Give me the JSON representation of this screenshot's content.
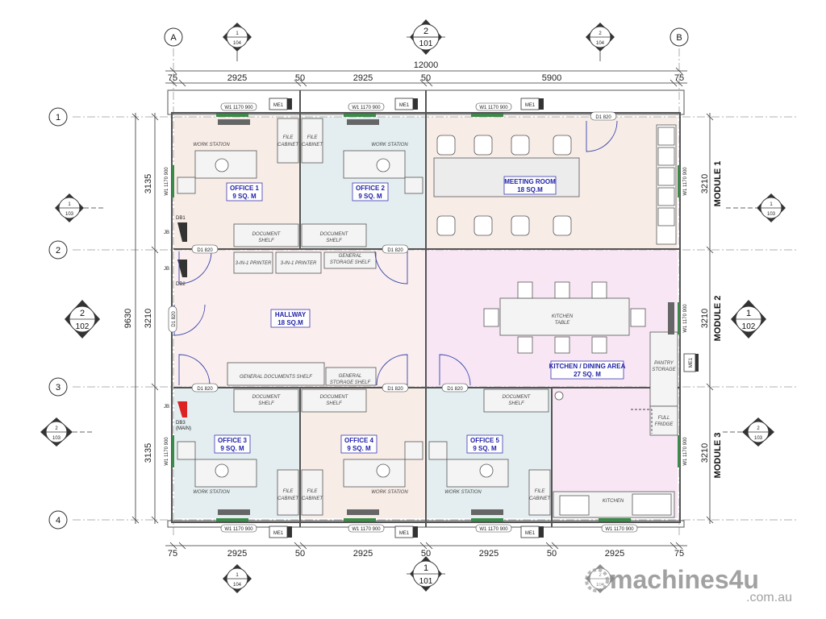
{
  "grid": {
    "cols": [
      "A",
      "B"
    ],
    "rows": [
      "1",
      "2",
      "3",
      "4"
    ]
  },
  "dimensions": {
    "overall_width": "12000",
    "overall_height": "9630",
    "top": [
      "75",
      "2925",
      "50",
      "2925",
      "50",
      "5900",
      "75"
    ],
    "bottom": [
      "75",
      "2925",
      "50",
      "2925",
      "50",
      "2925",
      "50",
      "2925",
      "75"
    ],
    "left": [
      "3135",
      "3210",
      "3135"
    ],
    "right": [
      "3210",
      "3210",
      "3210"
    ]
  },
  "modules": [
    "MODULE 1",
    "MODULE 2",
    "MODULE 3"
  ],
  "rooms": {
    "office1": {
      "name": "OFFICE 1",
      "area": "9 SQ. M"
    },
    "office2": {
      "name": "OFFICE 2",
      "area": "9 SQ. M"
    },
    "meeting": {
      "name": "MEETING ROOM",
      "area": "18 SQ.M"
    },
    "hallway": {
      "name": "HALLWAY",
      "area": "18 SQ.M"
    },
    "kitchen": {
      "name": "KITCHEN / DINING AREA",
      "area": "27 SQ. M"
    },
    "office3": {
      "name": "OFFICE 3",
      "area": "9 SQ. M"
    },
    "office4": {
      "name": "OFFICE 4",
      "area": "9 SQ. M"
    },
    "office5": {
      "name": "OFFICE 5",
      "area": "9 SQ. M"
    }
  },
  "labels": {
    "work_station": "WORK STATION",
    "file": "FILE",
    "cabinet": "CABINET",
    "document": "DOCUMENT",
    "shelf": "SHELF",
    "printer": "3-IN-1 PRINTER",
    "general": "GENERAL",
    "storage_shelf": "STORAGE SHELF",
    "general_documents_shelf": "GENERAL DOCUMENTS SHELF",
    "kitchen_table_1": "KITCHEN",
    "kitchen_table_2": "TABLE",
    "pantry_1": "PANTRY",
    "pantry_2": "STORAGE",
    "full_1": "FULL",
    "full_2": "FRIDGE",
    "kitchen_bench": "KITCHEN",
    "window": "W1 1170 900",
    "door": "D1 820",
    "me1": "ME1",
    "db1": "DB1",
    "db2": "DB2",
    "db3": "DB3",
    "db3_main": "(MAIN)",
    "jb": "JB"
  },
  "section_markers": {
    "top_left": [
      "1",
      "104"
    ],
    "top_center": [
      "2",
      "101"
    ],
    "top_right": [
      "2",
      "104"
    ],
    "left_upper": [
      "1",
      "103"
    ],
    "left_mid": [
      "2",
      "102"
    ],
    "left_lower": [
      "2",
      "103"
    ],
    "right_upper": [
      "1",
      "103"
    ],
    "right_mid": [
      "1",
      "102"
    ],
    "right_lower": [
      "2",
      "103"
    ],
    "bottom_left": [
      "1",
      "104"
    ],
    "bottom_center": [
      "1",
      "101"
    ],
    "bottom_right": [
      "2",
      "104"
    ]
  },
  "watermark": {
    "brand": "machines4u",
    "domain": ".com.au"
  },
  "colors": {
    "office_pink": "#f8ece7",
    "office_blue": "#e4eef0",
    "meeting": "#f8ece7",
    "kitchen": "#f8e6f4",
    "hallway": "#fbeeee",
    "room_text": "#1f1fa8",
    "window_green": "#3c8a4a"
  }
}
